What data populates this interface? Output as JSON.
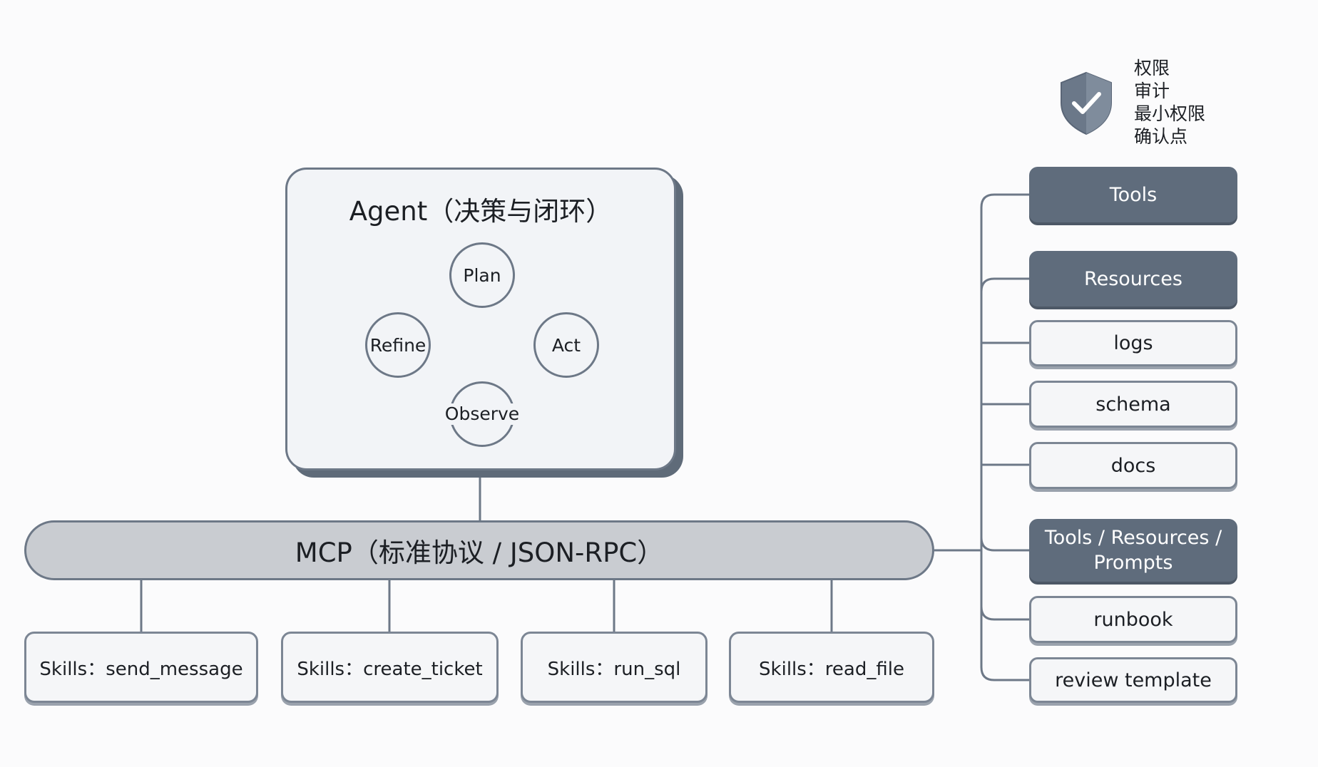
{
  "agent": {
    "title": "Agent（决策与闭环）",
    "cycle": {
      "plan": "Plan",
      "act": "Act",
      "observe": "Observe",
      "refine": "Refine"
    }
  },
  "mcp": {
    "label": "MCP（标准协议 / JSON-RPC）"
  },
  "skills": [
    "Skills：send_message",
    "Skills：create_ticket",
    "Skills：run_sql",
    "Skills：read_file"
  ],
  "side": {
    "tools": "Tools",
    "resources": "Resources",
    "logs": "logs",
    "schema": "schema",
    "docs": "docs",
    "tools_resources_prompts": "Tools / Resources / Prompts",
    "runbook": "runbook",
    "review_template": "review template"
  },
  "security": {
    "icon": "shield-check-icon",
    "items": [
      "权限",
      "审计",
      "最小权限",
      "确认点"
    ]
  },
  "colors": {
    "dark_box": "#5f6c7c",
    "stroke": "#6d7887",
    "bar_fill": "#c9ccd1"
  }
}
